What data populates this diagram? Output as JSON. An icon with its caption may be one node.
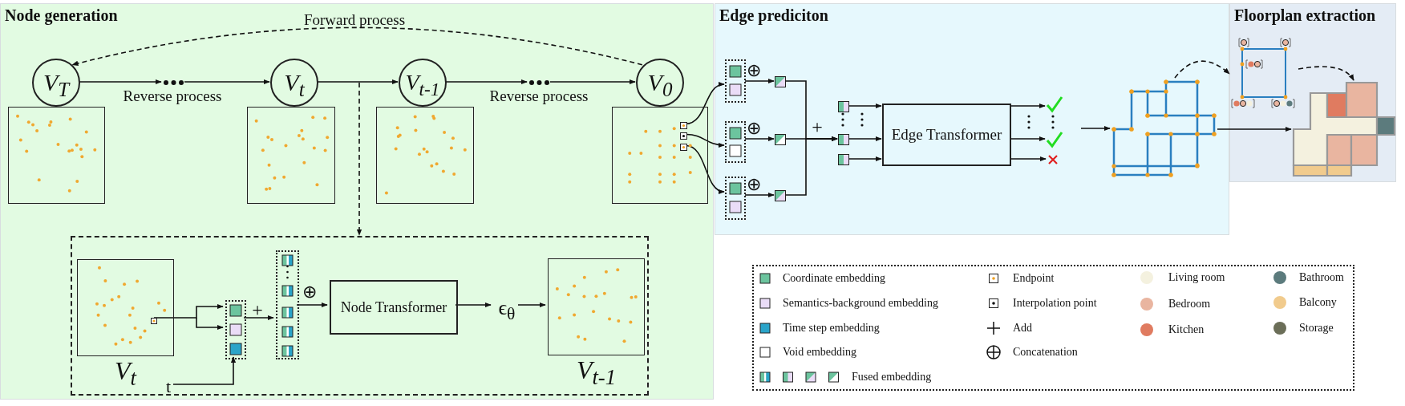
{
  "diagram": {
    "nodes": [
      {
        "text": [
          "Node generation"
        ]
      },
      {
        "text": [
          "V$_{T}$"
        ],
        "in": 0
      },
      {
        "text": [],
        "shape": "dots",
        "in": 0
      },
      {
        "text": [
          "V$_{t}$"
        ],
        "in": 0
      },
      {
        "text": [
          "V$_{t-1}$"
        ],
        "in": 0
      },
      {
        "text": [],
        "shape": "dots",
        "in": 0
      },
      {
        "text": [
          "V$_{0}$"
        ],
        "in": 0
      },
      {
        "text": [],
        "shape": "picture",
        "in": 0
      },
      {
        "text": [],
        "shape": "picture",
        "in": 0
      },
      {
        "text": [],
        "shape": "picture",
        "in": 0
      },
      {
        "text": [],
        "shape": "picture",
        "in": 0
      },
      {
        "text": [],
        "shape": "box",
        "in": 10
      },
      {
        "text": [],
        "shape": "box",
        "in": 10
      },
      {
        "text": [],
        "shape": "box",
        "in": 10
      },
      {
        "text": [],
        "shape": "box",
        "in": 0
      },
      {
        "text": [],
        "shape": "picture",
        "in": 14,
        "beside": [
          "V$_{t}$"
        ]
      },
      {
        "text": [],
        "shape": "box",
        "in": 15
      },
      {
        "text": [],
        "shape": "box",
        "in": 14
      },
      {
        "text": [],
        "shape": "box",
        "in": 14
      },
      {
        "text": [
          "Node Transformer"
        ],
        "in": 14
      },
      {
        "text": [
          "ϵ$_{θ}$"
        ],
        "in": 14
      },
      {
        "text": [],
        "shape": "picture",
        "in": 14,
        "beside": [
          "V$_{t-1}$"
        ]
      },
      {
        "text": [
          "t"
        ],
        "in": 14
      },
      {
        "text": [
          "Edge prediciton"
        ]
      },
      {
        "text": [],
        "shape": "box",
        "in": 23
      },
      {
        "text": [],
        "shape": "box",
        "in": 23
      },
      {
        "text": [],
        "shape": "box",
        "in": 23
      },
      {
        "text": [],
        "shape": "box",
        "in": 23
      },
      {
        "text": [],
        "shape": "box",
        "in": 23
      },
      {
        "text": [],
        "shape": "box",
        "in": 23
      },
      {
        "text": [],
        "shape": "box",
        "in": 23
      },
      {
        "text": [],
        "shape": "box",
        "in": 23
      },
      {
        "text": [],
        "shape": "box",
        "in": 23
      },
      {
        "text": [
          "Edge Transformer"
        ],
        "in": 23
      },
      {
        "text": [],
        "shape": "check",
        "in": 23
      },
      {
        "text": [],
        "shape": "check",
        "in": 23
      },
      {
        "text": [],
        "shape": "cross",
        "in": 23
      },
      {
        "text": [],
        "shape": "picture",
        "in": 23
      },
      {
        "text": [
          "Floorplan extraction"
        ]
      },
      {
        "text": [],
        "shape": "picture",
        "in": 38
      },
      {
        "text": [],
        "shape": "picture",
        "in": 38
      }
    ],
    "edges": [
      {
        "from": 1,
        "to": 2,
        "arrow": "to",
        "label": "Reverse process"
      },
      {
        "from": 2,
        "to": 3,
        "arrow": "to"
      },
      {
        "from": 3,
        "to": 4,
        "arrow": "to"
      },
      {
        "from": 4,
        "to": 5,
        "arrow": "to",
        "label": "Reverse process"
      },
      {
        "from": 5,
        "to": 6,
        "arrow": "to"
      },
      {
        "from": 6,
        "to": 1,
        "arrow": "to",
        "style": "dashed",
        "label": "Forward process"
      },
      {
        "from": null,
        "to": 14,
        "arrow": "to",
        "style": "dashed"
      },
      {
        "from": 16,
        "to": 17,
        "arrow": "to"
      },
      {
        "from": 17,
        "to": 18,
        "arrow": "to",
        "label": "+"
      },
      {
        "from": 18,
        "to": 19,
        "arrow": "to",
        "label": "⊕"
      },
      {
        "from": 19,
        "to": 20,
        "arrow": "to"
      },
      {
        "from": 20,
        "to": 21,
        "arrow": "to"
      },
      {
        "from": 22,
        "to": 17,
        "arrow": "to"
      },
      {
        "from": 11,
        "to": 24,
        "arrow": "to"
      },
      {
        "from": 12,
        "to": 25,
        "arrow": "to"
      },
      {
        "from": 13,
        "to": 26,
        "arrow": "to"
      },
      {
        "from": 24,
        "to": 27,
        "arrow": "to",
        "label": "⊕"
      },
      {
        "from": 25,
        "to": 28,
        "arrow": "to",
        "label": "⊕"
      },
      {
        "from": 26,
        "to": 29,
        "arrow": "to",
        "label": "⊕"
      },
      {
        "from": 27,
        "to": 31,
        "arrow": "to"
      },
      {
        "from": 28,
        "to": 31,
        "arrow": "to",
        "label": "+"
      },
      {
        "from": 29,
        "to": 31,
        "arrow": "to"
      },
      {
        "from": 30,
        "to": 33,
        "arrow": "to"
      },
      {
        "from": 31,
        "to": 33,
        "arrow": "to"
      },
      {
        "from": 32,
        "to": 33,
        "arrow": "to"
      },
      {
        "from": 33,
        "to": 34,
        "arrow": "to"
      },
      {
        "from": 33,
        "to": 35,
        "arrow": "to"
      },
      {
        "from": 33,
        "to": 36,
        "arrow": "to"
      },
      {
        "from": null,
        "to": 37,
        "arrow": "to"
      },
      {
        "from": 37,
        "to": 39,
        "arrow": "to",
        "style": "dashed"
      },
      {
        "from": 39,
        "to": 40,
        "arrow": "to",
        "style": "dashed"
      },
      {
        "from": 37,
        "to": 40,
        "arrow": "to"
      }
    ],
    "legend": [
      {
        "text": "Coordinate embedding",
        "color": "#6cc49e"
      },
      {
        "text": "Semantics-background embedding",
        "color": "#eadcf7"
      },
      {
        "text": "Time step embedding",
        "color": "#2aa4c9"
      },
      {
        "text": "Void embedding",
        "color": "#ffffff"
      },
      {
        "text": "Fused embedding"
      },
      {
        "text": "Endpoint"
      },
      {
        "text": "Interpolation point"
      },
      {
        "text": "Add"
      },
      {
        "text": "Concatenation"
      },
      {
        "text": "Living room",
        "color": "#f4f1df"
      },
      {
        "text": "Bedroom",
        "color": "#e9b5a0"
      },
      {
        "text": "Kitchen",
        "color": "#e07b60"
      },
      {
        "text": "Bathroom",
        "color": "#5c7b7d"
      },
      {
        "text": "Balcony",
        "color": "#f1cb8d"
      },
      {
        "text": "Storage",
        "color": "#6b6e58"
      }
    ]
  }
}
